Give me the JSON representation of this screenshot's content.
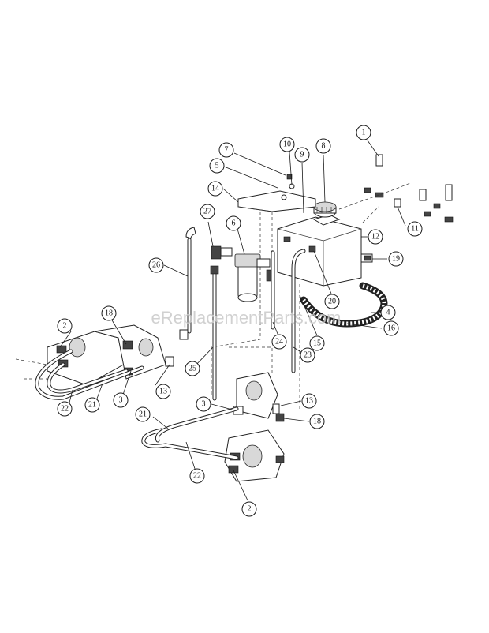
{
  "watermark": "eReplacementParts.com",
  "callouts": [
    {
      "id": "c1",
      "label": "1"
    },
    {
      "id": "c2a",
      "label": "2"
    },
    {
      "id": "c2b",
      "label": "2"
    },
    {
      "id": "c3a",
      "label": "3"
    },
    {
      "id": "c3b",
      "label": "3"
    },
    {
      "id": "c4",
      "label": "4"
    },
    {
      "id": "c5",
      "label": "5"
    },
    {
      "id": "c6",
      "label": "6"
    },
    {
      "id": "c7",
      "label": "7"
    },
    {
      "id": "c8",
      "label": "8"
    },
    {
      "id": "c9",
      "label": "9"
    },
    {
      "id": "c10",
      "label": "10"
    },
    {
      "id": "c11",
      "label": "11"
    },
    {
      "id": "c12",
      "label": "12"
    },
    {
      "id": "c13a",
      "label": "13"
    },
    {
      "id": "c13b",
      "label": "13"
    },
    {
      "id": "c14",
      "label": "14"
    },
    {
      "id": "c15",
      "label": "15"
    },
    {
      "id": "c16",
      "label": "16"
    },
    {
      "id": "c18a",
      "label": "18"
    },
    {
      "id": "c18b",
      "label": "18"
    },
    {
      "id": "c19",
      "label": "19"
    },
    {
      "id": "c20",
      "label": "20"
    },
    {
      "id": "c21a",
      "label": "21"
    },
    {
      "id": "c21b",
      "label": "21"
    },
    {
      "id": "c22a",
      "label": "22"
    },
    {
      "id": "c22b",
      "label": "22"
    },
    {
      "id": "c23",
      "label": "23"
    },
    {
      "id": "c24",
      "label": "24"
    },
    {
      "id": "c25",
      "label": "25"
    },
    {
      "id": "c26",
      "label": "26"
    },
    {
      "id": "c27",
      "label": "27"
    }
  ]
}
